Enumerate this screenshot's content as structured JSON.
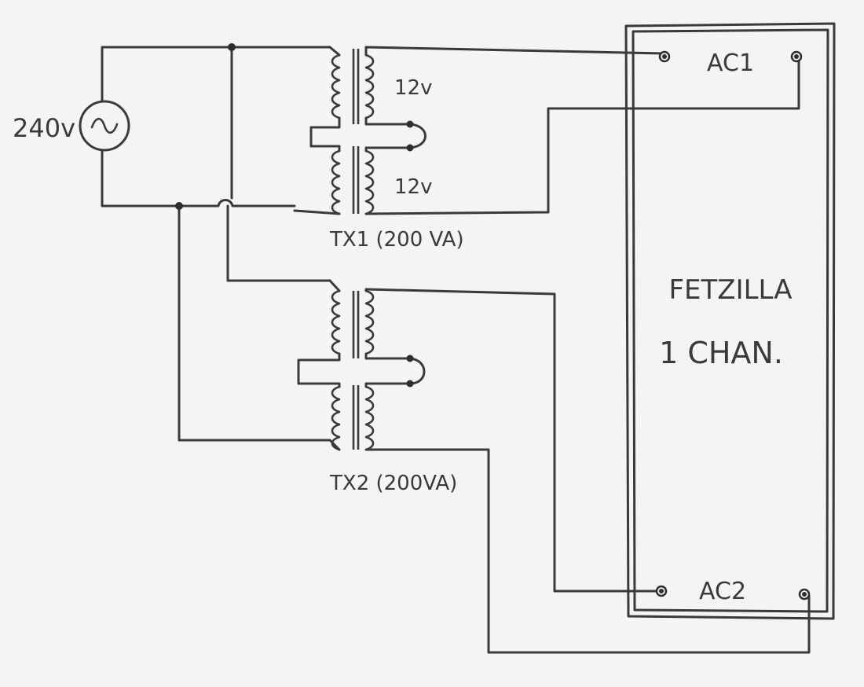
{
  "source": {
    "label": "240v",
    "symbol": "~"
  },
  "tx1": {
    "label": "TX1 (200 VA)",
    "secondary_top": "12v",
    "secondary_bottom": "12v"
  },
  "tx2": {
    "label": "TX2 (200VA)"
  },
  "amp": {
    "title": "FETZILLA",
    "subtitle": "1 CHAN."
  },
  "terminals": {
    "ac1": "AC1",
    "ac2": "AC2"
  }
}
